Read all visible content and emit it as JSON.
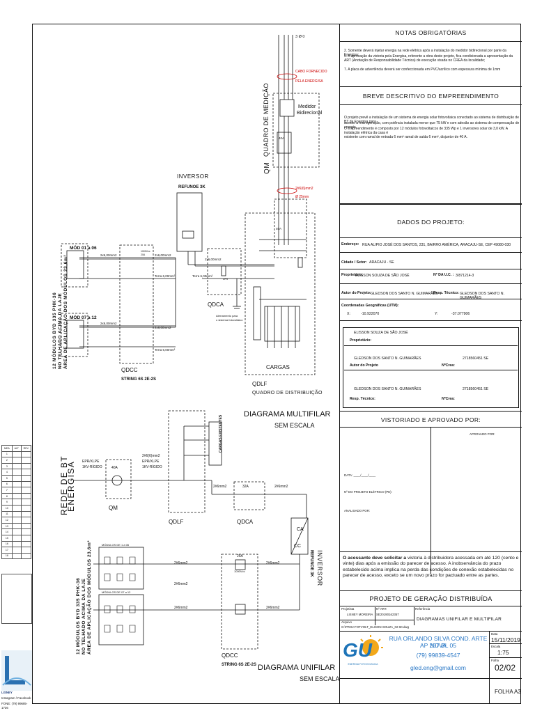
{
  "notes": {
    "header": "NOTAS OBRIGATÓRIAS",
    "lines": [
      "2. Somente deverá injetar energia na rede elétrica após a instalação do medidor bidirecional por parte da Energisa;",
      "5. A aprovação da vistoria pela Energisa, referente a obra deste projeto, fica condicionada a apresentação da ART (Anotação de Responsabilidade Técnica) de execução visada no CREA da localidade;",
      "7. A placa de advertência deverá ser confeccionada em PVC/acrílico com espessura mínima de 1mm"
    ]
  },
  "summary": {
    "header": "BREVE DESCRITIVO DO EMPREENDIMENTO",
    "lines": [
      "O projeto prevê a instalação de um sistema de energia solar fotovoltaica conectado ao sistema de distribuição de BT da Energisa para",
      "acesso a microgeração, com potência instalada menor que 75 kW e com adesão ao sistema de compensação de energia.",
      "O empreendimento é composto por  12 módulos fotovoltaicos de 335 Wp e  1 inversores solar de 3,0 kW. A instalação elétrica da casa é",
      "existente  com ramal de entrada 6 mm² ramal de saída 6 mm², disjuntor de 40 A."
    ]
  },
  "project": {
    "header": "DADOS DO PROJETO:",
    "address_label": "Endereço:",
    "address": "RUA ALIPIO JOSÉ DOS SANTOS, 231, BAIRRO AMÉRICA, ARACAJU-SE, CEP 49080-030",
    "city_label": "Cidade / Setor:",
    "city": "ARACAJU - SE",
    "owner_label": "Proprietário:",
    "owner": "ELISSON SOUZA DE SÃO JOSÉ",
    "uc_label": "Nº DA U.C. :",
    "uc": "3/871214-3",
    "author_label": "Autor do Projeto:",
    "author": "GLEDSON DOS SANTO N. GUIMARÃES",
    "resp_label": "Resp. Técnico:",
    "resp": "GLEDSON DOS SANTO N. GUIMARÃES",
    "coords_label": "Coordenadas Geográficas (UTM):",
    "x_label": "X:",
    "x": "-10.922070",
    "y_label": "Y:",
    "y": "-37.077906"
  },
  "signatures": {
    "owner_name": "ELISSON SOUZA DE SÃO JOSÉ",
    "owner_label": "Proprietário:",
    "author_name": "GLEDSON DOS SANTO N. GUIMARÃES",
    "author_crea": "2718560451 SE",
    "author_label": "Autor do Projeto",
    "crea_label": "NºCrea:",
    "resp_name": "GLEDSON DOS SANTO N. GUIMARÃES",
    "resp_crea": "2718560451 SE",
    "resp_label": "Resp. Técnico:",
    "crea_label2": "NºCrea:"
  },
  "approval": {
    "header": "VISTORIADO E APROVADO POR:",
    "approved_by": "APROVADO POR:",
    "date": "DATA: ____/____/____",
    "project_no": "Nº DO PROJETO ELÉTRICO (PE):",
    "analyzed_by": "ANALISADO POR:",
    "note_bold": "O acessante deve solicitar a",
    "note": "vistoria à distribuidora acessada em até 120 (cento e vinte) dias após a emissão do parecer de acesso. A inobservância do prazo estabelecido acima implica na perda das condições de conexão estabelecidas no parecer de acesso, exceto se um novo prazo for pactuado entre as partes."
  },
  "title_block": {
    "header": "PROJETO DE GERAÇÃO DISTRIBUÍDA",
    "col1_label": "Projetista",
    "col1": "LISNEY MOREIRA",
    "col2_label": "Nº ART:",
    "col2": "SE20190162357",
    "col3_label": "Referência",
    "sheet_title": "DIAGRAMAS UNIFILAR E MULTIFILAR",
    "file_label": "Arquivo",
    "file": "G:\\PROJ-FOTVOLT_ELISON-SOUZA_02-60.dwg",
    "company_address1": "RUA ORLANDO SILVA COND. ARTE NOVA",
    "company_address2": "AP 207 BL 05",
    "company_phone": "(79) 99839-4547",
    "company_email": "gled.eng@gmail.com",
    "logo_text": "GU",
    "logo_sub": "ENERGIA FOTOVOLTAICA",
    "date_label": "Data",
    "date": "15/11/2019",
    "scale_label": "Escala",
    "scale": "1:75",
    "page_label": "Folha",
    "page": "02/02",
    "sheet_size": "FOLHA A3"
  },
  "multifilar": {
    "title": "DIAGRAMA MULTIFILAR",
    "subtitle": "SEM ESCALA",
    "inverter": "INVERSOR",
    "inverter_model": "REFUNOE 3K",
    "module_text": "12 MÓDULOS BYD 335 PHK-36",
    "module_text2": "NO TELHADO ACIMA DA LAJE",
    "module_text3": "ÁREA DE APLICAÇÃO DOS MÓDULOS 23,6m²",
    "group1": "MÓD 01 a 06",
    "group2": "MÓD 07 a 12",
    "cable_1": "2x6,00mm2",
    "cable_2": "2x6,00mm2",
    "cable_3": "2x6,00mm2",
    "cable_4": "2x6,00mm2",
    "cable_5": "2x6,00mm2",
    "ground_1": "Terra 6,00mm²",
    "ground_2": "Terra 6,00mm²",
    "ground_3": "Terra 6,00mm²",
    "qdcc": "QDCC",
    "string": "STRING 6S 2E-2S",
    "qdca": "QDCA",
    "qdlf": "QDLF",
    "qdlf_sub": "QUADRO DE DISTRIBUIÇÃO",
    "loads": "CARGAS",
    "qm": "QM",
    "qm_sub": "QUADRO DE MEDIÇÃO",
    "meter": "Medidor",
    "meter2": "Bidirecional",
    "cable_supply": "CABO FORNECIDO",
    "cable_supply2": "PELA ENERGISA",
    "main_cable": "2#6(6)mm2",
    "main_cable2": "Ø 25mm",
    "ground_note": "Aterramento para",
    "ground_note2": "o sistema fotovoltaico",
    "breaker_40a": "40A",
    "breaker_40a_b": "40A",
    "fuse_spec": "1000Vcc",
    "fuse_spec2": "20A",
    "dps": "DPS",
    "network": "3 Ø 0"
  },
  "unifilar": {
    "title": "DIAGRAMA UNIFILAR",
    "subtitle": "SEM ESCALA",
    "network": "REDE DE BT",
    "network2": "ENERGISA",
    "cable_a": "EPR/XLPE",
    "cable_a2": "1KV-RÍGIDO",
    "cable_b": "2#6(6)mm2",
    "cable_c": "EPR/XLPE",
    "cable_c2": "1KV-RÍGIDO",
    "qm": "QM",
    "qdlf": "QDLF",
    "qdca": "QDCA",
    "breaker": "40A",
    "breaker2": "32A",
    "cable_d": "2#6mm2",
    "cable_e": "2#6mm2",
    "cable_f": "2#6mm2",
    "cable_g": "2#6mm2",
    "cable_h": "2#6mm2",
    "cable_i": "2#6mm2",
    "cable_j": "2#6mm2",
    "loads": "CARGAS EXISTENTES",
    "inverter": "INVERSOR",
    "inverter_model": "REFUNOE 3K",
    "ca": "CA",
    "cc": "CC",
    "mod1": "MÓDULOS DE 1 a 06",
    "mod2": "MÓDULOS DE 07 a 12",
    "fuse": "25A",
    "fuse2": "1000Vcc",
    "qdcc": "QDCC",
    "string": "STRING 6S 2E-2S",
    "module_text": "12 MÓDULOS BYD 335 PHK-36",
    "module_text2": "NO TELHADO ACIMA DA LAJE",
    "module_text3": "ÁREA DE APLICAÇÃO DOS MÓDULOS 23,6m²"
  },
  "left_strip": {
    "header": [
      "MEA",
      "ALT",
      "REV"
    ],
    "rows": [
      "1",
      "2",
      "3",
      "4",
      "5",
      "6",
      "7",
      "8",
      "9",
      "10",
      "11",
      "12",
      "13",
      "14",
      "15",
      "16",
      "17",
      "18"
    ],
    "footer1": "LISNEY",
    "footer2": "Instagram / Facebook",
    "footer3": "FONE: (79) 99685-1736"
  }
}
